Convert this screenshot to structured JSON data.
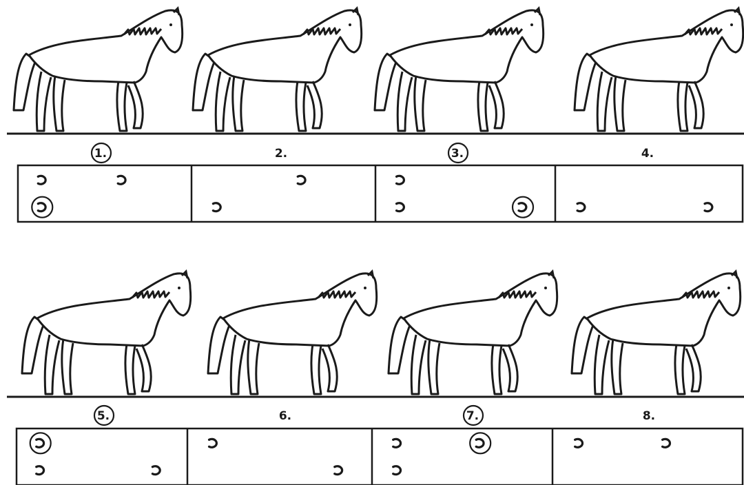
{
  "rows": [
    {
      "frames": [
        {
          "label": "1.",
          "circled": true,
          "prints": [
            {
              "pos": "front-left",
              "circled": false
            },
            {
              "pos": "front-right",
              "circled": false
            },
            {
              "pos": "back-left",
              "circled": true
            }
          ]
        },
        {
          "label": "2.",
          "circled": false,
          "prints": [
            {
              "pos": "front-right",
              "circled": false
            },
            {
              "pos": "back-left",
              "circled": false
            }
          ]
        },
        {
          "label": "3.",
          "circled": true,
          "prints": [
            {
              "pos": "front-left",
              "circled": false
            },
            {
              "pos": "back-left",
              "circled": false
            },
            {
              "pos": "back-right",
              "circled": true
            }
          ]
        },
        {
          "label": "4.",
          "circled": false,
          "prints": [
            {
              "pos": "back-left",
              "circled": false
            },
            {
              "pos": "back-right",
              "circled": false
            }
          ]
        }
      ]
    },
    {
      "frames": [
        {
          "label": "5.",
          "circled": true,
          "prints": [
            {
              "pos": "front-left",
              "circled": true
            },
            {
              "pos": "back-left",
              "circled": false
            },
            {
              "pos": "back-right",
              "circled": false
            }
          ]
        },
        {
          "label": "6.",
          "circled": false,
          "prints": [
            {
              "pos": "front-left",
              "circled": false
            },
            {
              "pos": "back-right",
              "circled": false
            }
          ]
        },
        {
          "label": "7.",
          "circled": true,
          "prints": [
            {
              "pos": "front-left",
              "circled": false
            },
            {
              "pos": "front-right",
              "circled": true
            },
            {
              "pos": "back-left",
              "circled": false
            }
          ]
        },
        {
          "label": "8.",
          "circled": false,
          "prints": [
            {
              "pos": "front-left",
              "circled": false
            },
            {
              "pos": "front-right",
              "circled": false
            }
          ]
        }
      ]
    }
  ],
  "colors": {
    "ink": "#1a1a1a",
    "paper": "#ffffff"
  },
  "icons": {
    "horse": "horse-outline-icon",
    "print": "hoof-print-icon"
  }
}
